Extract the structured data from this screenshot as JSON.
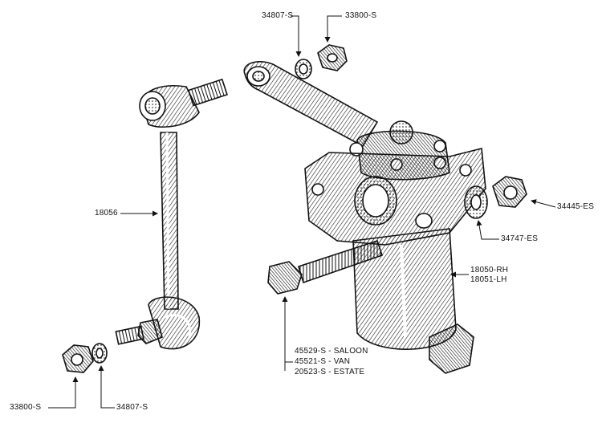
{
  "labels": {
    "washer_top": "34807-S",
    "nut_top": "33800-S",
    "link": "18056",
    "nut_right": "34445-ES",
    "washer_right": "34747-ES",
    "housing_rh": "18050-RH",
    "housing_lh": "18051-LH",
    "bolt_saloon": "45529-S - SALOON",
    "bolt_van": "45521-S - VAN",
    "bolt_estate": "20523-S - ESTATE",
    "nut_bottom": "33800-S",
    "washer_bottom": "34807-S"
  },
  "colors": {
    "ink": "#111111",
    "paper": "#ffffff"
  }
}
